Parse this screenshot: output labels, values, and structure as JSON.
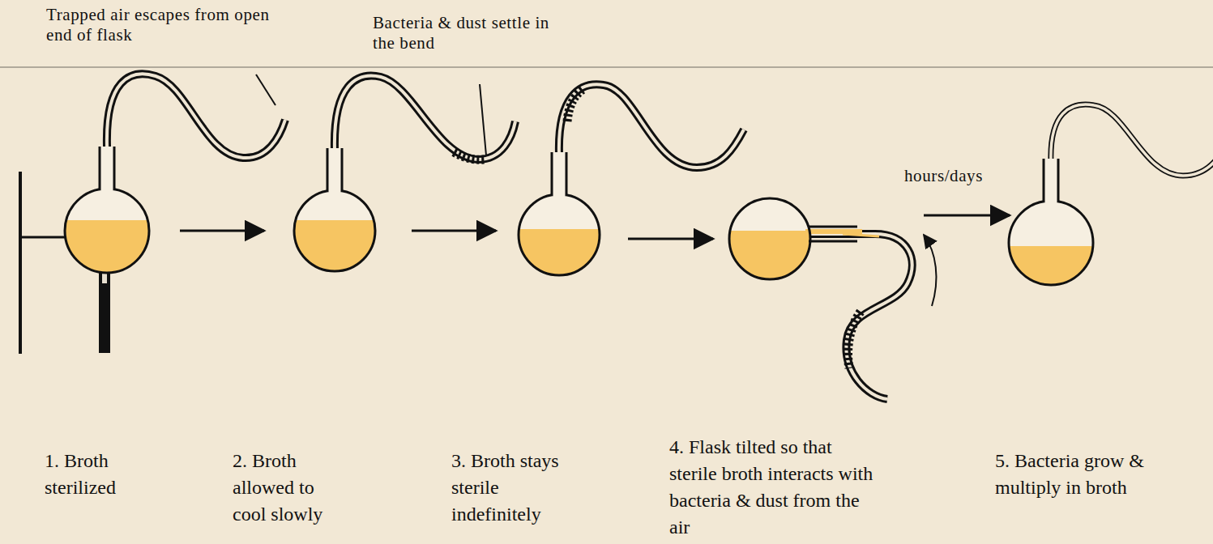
{
  "diagram": {
    "labels": [
      "Trapped air escapes from open end of flask",
      "Bacteria & dust settle in the bend",
      "hours/days",
      "1. Broth sterilized",
      "2. Broth allowed to cool slowly",
      "3. Broth stays sterile indefinitely",
      "4. Flask tilted so that sterile broth interacts with bacteria & dust from the air",
      "5. Bacteria grow & multiply in broth"
    ]
  }
}
